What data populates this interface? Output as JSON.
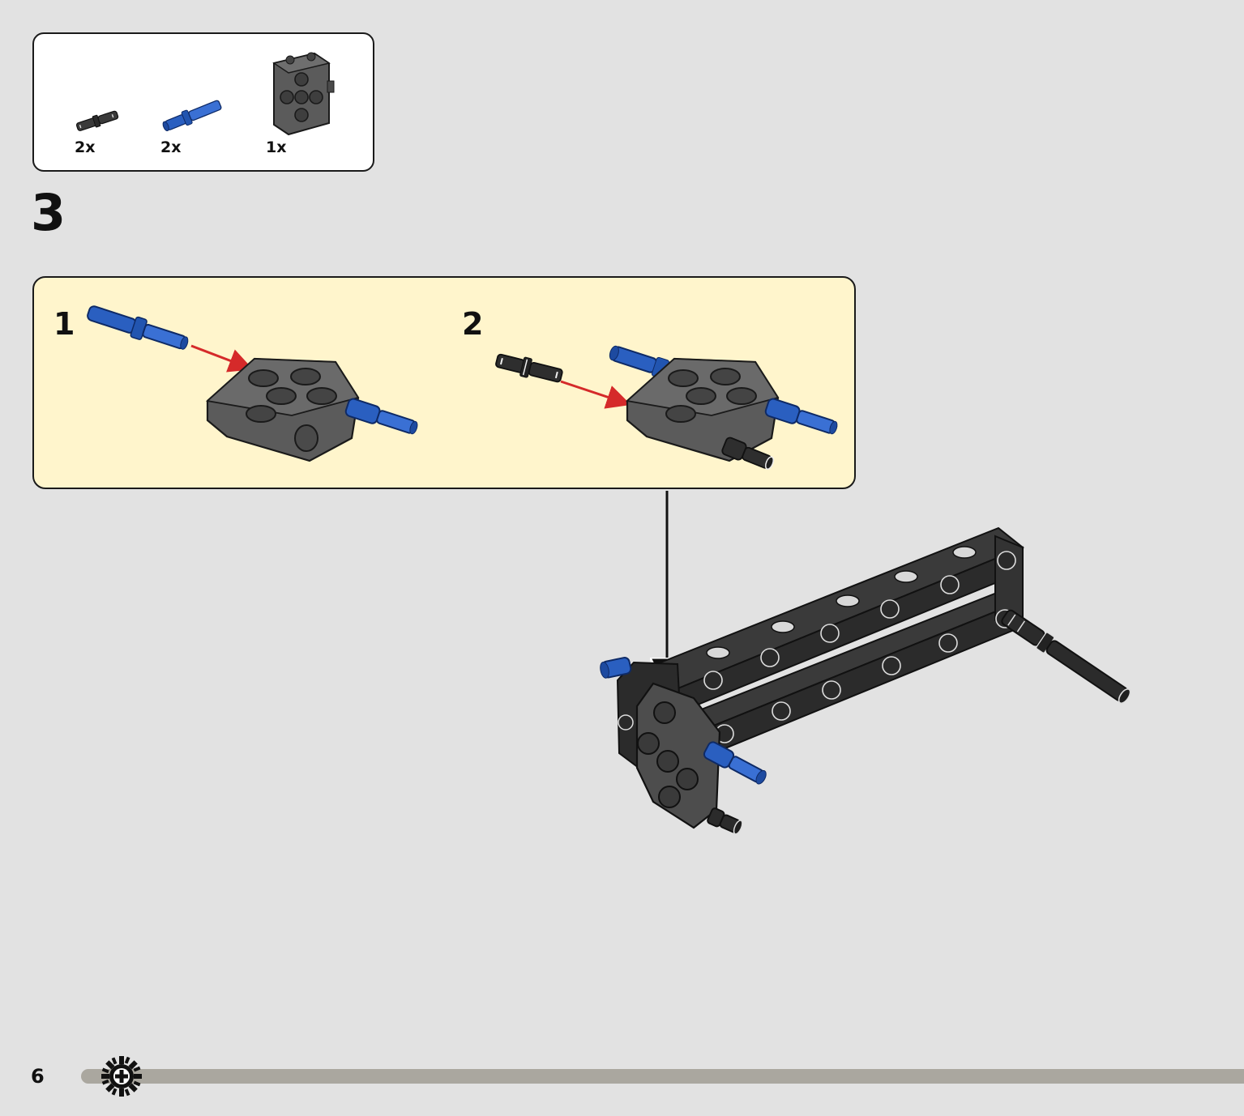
{
  "parts_list": {
    "items": [
      {
        "name": "black-friction-pin",
        "quantity": "2x"
      },
      {
        "name": "blue-axle-pin",
        "quantity": "2x"
      },
      {
        "name": "grey-connector-block",
        "quantity": "1x"
      }
    ]
  },
  "step": {
    "number": "3",
    "substeps": [
      {
        "number": "1"
      },
      {
        "number": "2"
      }
    ]
  },
  "footer": {
    "page_number": "6",
    "icon": "gear-icon"
  },
  "colors": {
    "background": "#e2e2e2",
    "substep_background": "#fff5cc",
    "axle_pin_blue": "#2a5fc0",
    "beam_black": "#2b2b2b",
    "block_grey": "#5b5b5b",
    "arrow_red": "#d52a2a",
    "progress_bar": "#aaa79f"
  }
}
